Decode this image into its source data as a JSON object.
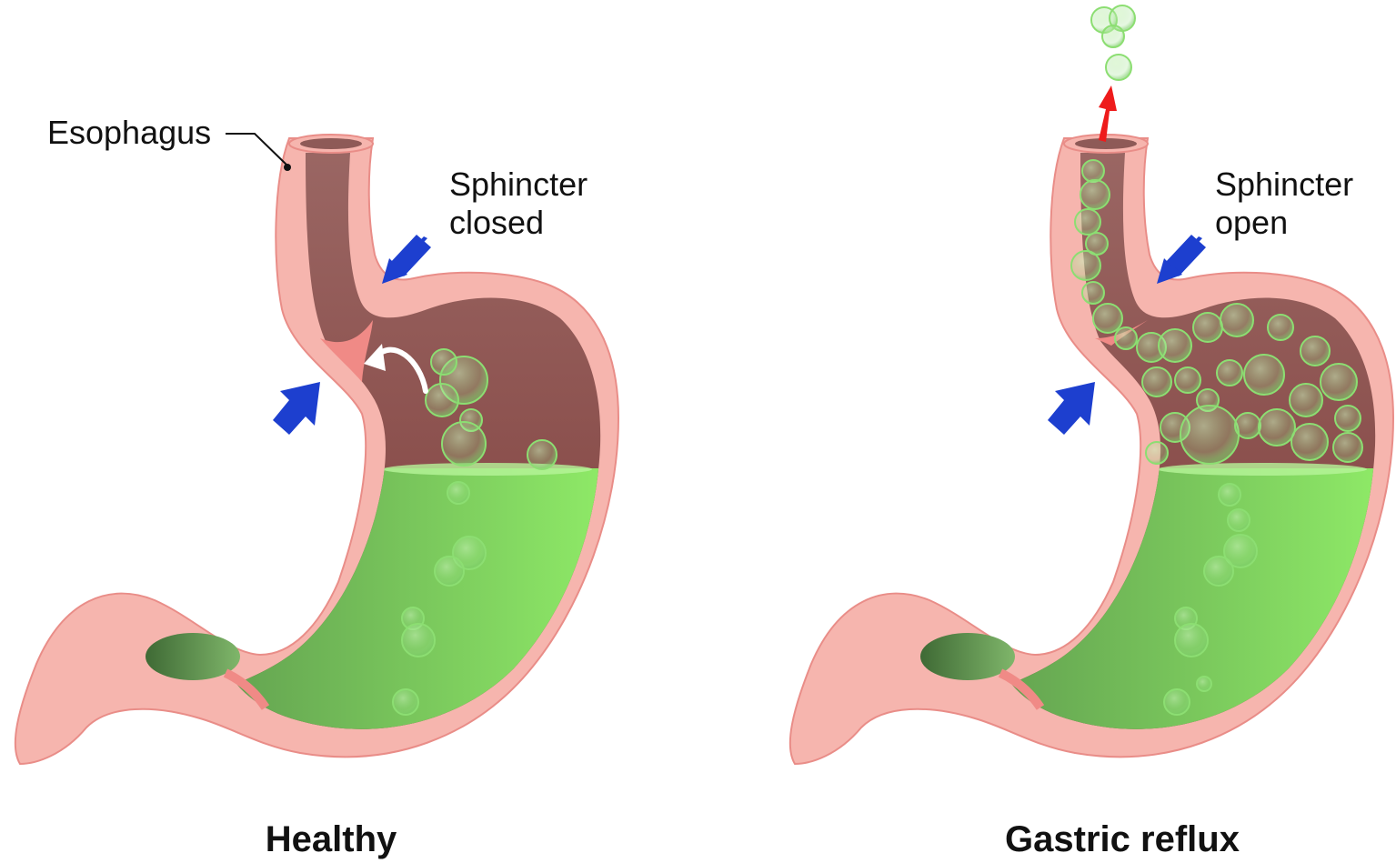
{
  "panels": [
    {
      "title": "Healthy",
      "sphincter_label_line1": "Sphincter",
      "sphincter_label_line2": "closed"
    },
    {
      "title": "Gastric reflux",
      "sphincter_label_line1": "Sphincter",
      "sphincter_label_line2": "open"
    }
  ],
  "esophagus_label": "Esophagus",
  "colors": {
    "wall": "#f6b5ae",
    "wall_edge": "#e98d88",
    "cavity": "#8e5a57",
    "acid_light": "#94f36a",
    "acid_dark": "#5f9b4e",
    "bubble": "#9be08a",
    "arrow_blue": "#1d3fcf",
    "arrow_red": "#ee1b1b",
    "white_arrow": "#ffffff"
  },
  "icons": [
    "blue-arrow-icon",
    "red-arrow-icon",
    "white-curved-arrow-icon",
    "bubble-icon"
  ]
}
